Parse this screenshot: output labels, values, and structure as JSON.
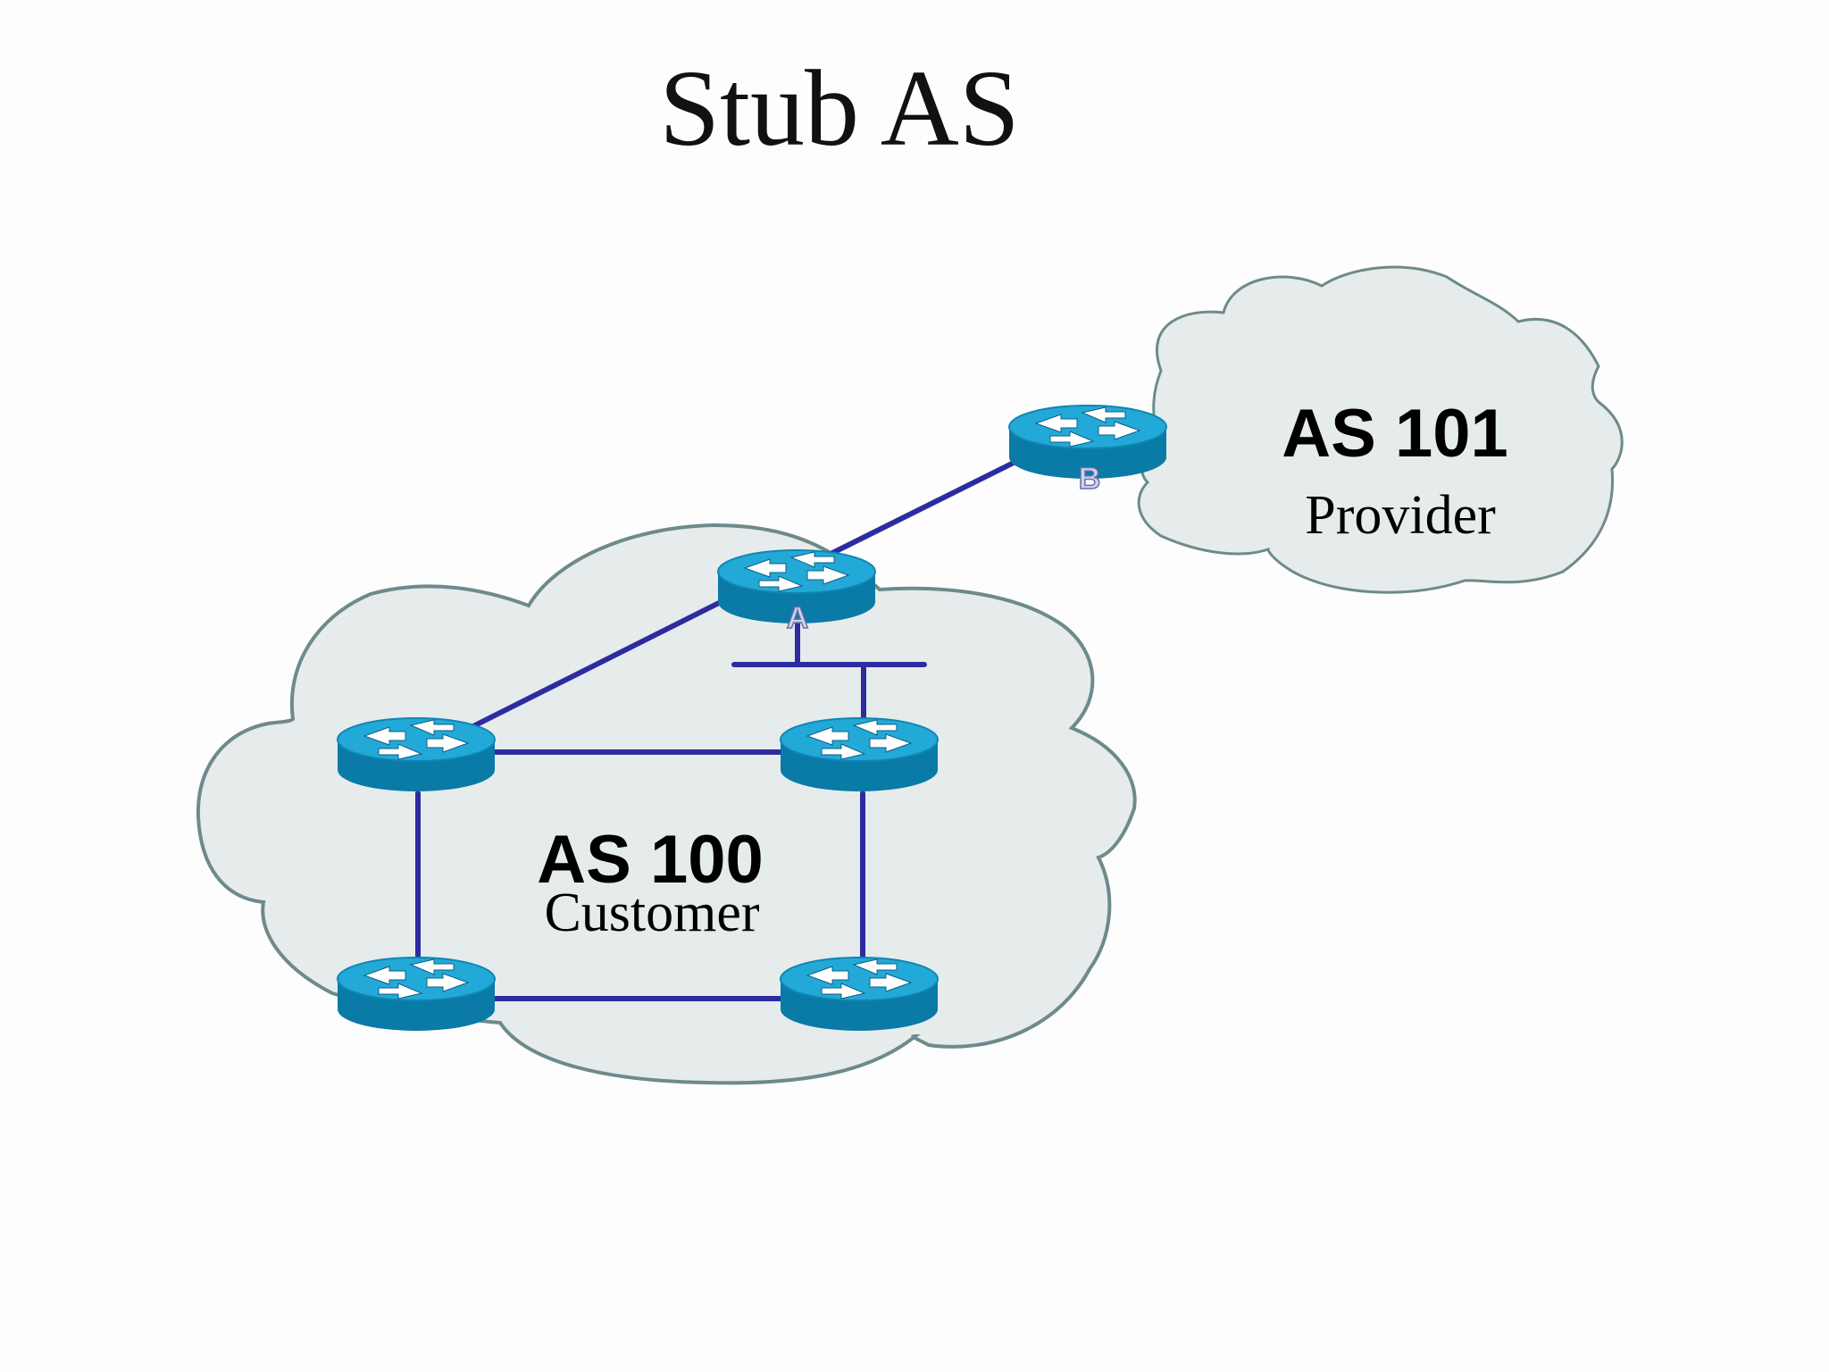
{
  "slide": {
    "title": "Stub AS"
  },
  "clouds": {
    "customer": {
      "as_number": "AS 100",
      "role": "Customer"
    },
    "provider": {
      "as_number": "AS 101",
      "role": "Provider"
    }
  },
  "routers": {
    "a": {
      "label": "A"
    },
    "b": {
      "label": "B"
    }
  },
  "colors": {
    "cloud_fill": "#e6ebec",
    "cloud_stroke": "#6e8a8a",
    "link": "#2c2ca0",
    "router_body": "#0a7ba7",
    "router_top": "#1ea6d6"
  }
}
